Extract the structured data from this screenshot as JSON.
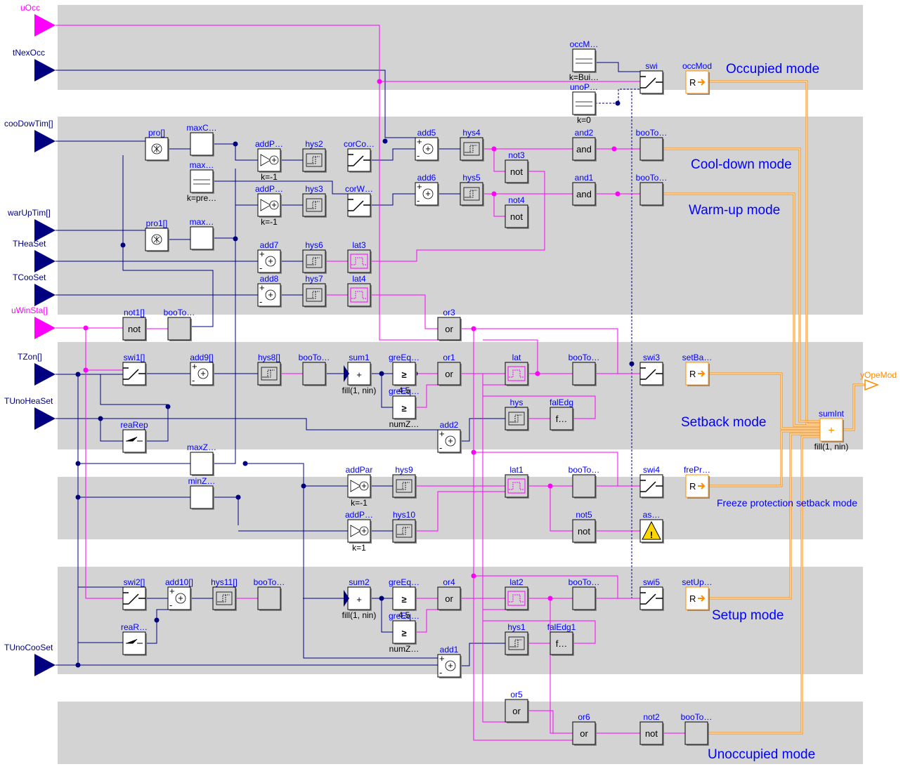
{
  "inputs": [
    {
      "id": "uOcc",
      "label": "uOcc",
      "color": "#ff00ff"
    },
    {
      "id": "tNexOcc",
      "label": "tNexOcc",
      "color": "#000080"
    },
    {
      "id": "cooDowTim",
      "label": "cooDowTim[]",
      "color": "#000080"
    },
    {
      "id": "warUpTim",
      "label": "warUpTim[]",
      "color": "#000080"
    },
    {
      "id": "THeaSet",
      "label": "THeaSet",
      "color": "#000080"
    },
    {
      "id": "TCooSet",
      "label": "TCooSet",
      "color": "#000080"
    },
    {
      "id": "uWinSta",
      "label": "uWinSta[]",
      "color": "#ff00ff"
    },
    {
      "id": "TZon",
      "label": "TZon[]",
      "color": "#000080"
    },
    {
      "id": "TUnoHeaSet",
      "label": "TUnoHeaSet",
      "color": "#000080"
    },
    {
      "id": "TUnoCooSet",
      "label": "TUnoCooSet",
      "color": "#000080"
    }
  ],
  "modes": {
    "occupied": "Occupied mode",
    "cooldown": "Cool-down mode",
    "warmup": "Warm-up mode",
    "setback": "Setback mode",
    "freeze": "Freeze protection setback mode",
    "setup": "Setup mode",
    "unoccupied": "Unoccupied mode"
  },
  "output": {
    "label": "yOpeMod",
    "color": "#ff8c00"
  },
  "colors": {
    "real": "#000080",
    "bool": "#ff00ff",
    "int": "#ff8c00",
    "band": "#d3d3d3",
    "label": "#0000ff"
  },
  "blocks": [
    {
      "id": "occM",
      "label": "occM…",
      "sub": "k=Bui…",
      "glyph": "const"
    },
    {
      "id": "unoP",
      "label": "unoP…",
      "sub": "k=0",
      "glyph": "const"
    },
    {
      "id": "swi",
      "label": "swi",
      "glyph": "switch"
    },
    {
      "id": "occMod",
      "label": "occMod",
      "glyph": "R"
    },
    {
      "id": "pro",
      "label": "pro[]",
      "glyph": "times"
    },
    {
      "id": "maxC",
      "label": "maxC…",
      "glyph": ""
    },
    {
      "id": "max",
      "label": "max…",
      "sub": "k=pre…",
      "glyph": "const"
    },
    {
      "id": "pro1",
      "label": "pro1[]",
      "glyph": "times"
    },
    {
      "id": "max2",
      "label": "max…",
      "glyph": ""
    },
    {
      "id": "addPar1",
      "label": "addP…",
      "sub": "k=-1",
      "glyph": "gain"
    },
    {
      "id": "hys2",
      "label": "hys2",
      "glyph": "hys"
    },
    {
      "id": "corCo",
      "label": "corCo…",
      "glyph": "switch"
    },
    {
      "id": "addP2",
      "label": "addP…",
      "sub": "k=-1",
      "glyph": "gain"
    },
    {
      "id": "hys3",
      "label": "hys3",
      "glyph": "hys"
    },
    {
      "id": "corW",
      "label": "corW…",
      "glyph": "switch"
    },
    {
      "id": "add5",
      "label": "add5",
      "glyph": "add"
    },
    {
      "id": "add6",
      "label": "add6",
      "glyph": "add"
    },
    {
      "id": "hys4",
      "label": "hys4",
      "glyph": "hys"
    },
    {
      "id": "hys5",
      "label": "hys5",
      "glyph": "hys"
    },
    {
      "id": "not3",
      "label": "not3",
      "glyph": "not"
    },
    {
      "id": "not4",
      "label": "not4",
      "glyph": "not"
    },
    {
      "id": "and2",
      "label": "and2",
      "glyph": "and"
    },
    {
      "id": "and1",
      "label": "and1",
      "glyph": "and"
    },
    {
      "id": "booTo1",
      "label": "booTo…",
      "glyph": ""
    },
    {
      "id": "booTo2",
      "label": "booTo…",
      "glyph": ""
    },
    {
      "id": "add7",
      "label": "add7",
      "glyph": "add"
    },
    {
      "id": "add8",
      "label": "add8",
      "glyph": "add"
    },
    {
      "id": "hys6",
      "label": "hys6",
      "glyph": "hys"
    },
    {
      "id": "hys7",
      "label": "hys7",
      "glyph": "hys"
    },
    {
      "id": "lat3",
      "label": "lat3",
      "glyph": "lat"
    },
    {
      "id": "lat4",
      "label": "lat4",
      "glyph": "lat"
    },
    {
      "id": "not1",
      "label": "not1[]",
      "glyph": "not"
    },
    {
      "id": "booTo3",
      "label": "booTo…",
      "glyph": ""
    },
    {
      "id": "or3",
      "label": "or3",
      "glyph": "or"
    },
    {
      "id": "swi1",
      "label": "swi1[]",
      "glyph": "switch"
    },
    {
      "id": "add9",
      "label": "add9[]",
      "glyph": "add"
    },
    {
      "id": "hys8",
      "label": "hys8[]",
      "glyph": "hys"
    },
    {
      "id": "booTo4",
      "label": "booTo…",
      "glyph": ""
    },
    {
      "id": "sum1",
      "label": "sum1",
      "sub": "fill(1, nin)",
      "glyph": "sum"
    },
    {
      "id": "greEq1",
      "label": "greEq…",
      "sub": "4.5",
      "glyph": "greEq"
    },
    {
      "id": "greEq2",
      "label": "greEq…",
      "sub": "numZ…",
      "glyph": "greEq"
    },
    {
      "id": "or1",
      "label": "or1",
      "glyph": "or"
    },
    {
      "id": "lat",
      "label": "lat",
      "glyph": "lat"
    },
    {
      "id": "booTo5",
      "label": "booTo…",
      "glyph": ""
    },
    {
      "id": "swi3",
      "label": "swi3",
      "glyph": "switch"
    },
    {
      "id": "setBa",
      "label": "setBa…",
      "glyph": "R"
    },
    {
      "id": "hys",
      "label": "hys",
      "glyph": "hys"
    },
    {
      "id": "falEdg",
      "label": "falEdg",
      "glyph": "f"
    },
    {
      "id": "reaRep",
      "label": "reaRep",
      "glyph": "rep"
    },
    {
      "id": "add2",
      "label": "add2",
      "glyph": "add"
    },
    {
      "id": "sumInt",
      "label": "sumInt",
      "sub": "fill(1, nin)",
      "glyph": "sumInt"
    },
    {
      "id": "maxZ",
      "label": "maxZ…",
      "glyph": ""
    },
    {
      "id": "minZ",
      "label": "minZ…",
      "glyph": ""
    },
    {
      "id": "addPar",
      "label": "addPar",
      "sub": "k=-1",
      "glyph": "gain"
    },
    {
      "id": "hys9",
      "label": "hys9",
      "glyph": "hys"
    },
    {
      "id": "lat1",
      "label": "lat1",
      "glyph": "lat"
    },
    {
      "id": "booTo6",
      "label": "booTo…",
      "glyph": ""
    },
    {
      "id": "swi4",
      "label": "swi4",
      "glyph": "switch"
    },
    {
      "id": "frePr",
      "label": "frePr…",
      "glyph": "R"
    },
    {
      "id": "addP3",
      "label": "addP…",
      "sub": "k=1",
      "glyph": "gain"
    },
    {
      "id": "hys10",
      "label": "hys10",
      "glyph": "hys"
    },
    {
      "id": "not5",
      "label": "not5",
      "glyph": "not"
    },
    {
      "id": "as",
      "label": "as…",
      "glyph": "warn"
    },
    {
      "id": "swi2",
      "label": "swi2[]",
      "glyph": "switch"
    },
    {
      "id": "add10",
      "label": "add10[]",
      "glyph": "add"
    },
    {
      "id": "hys11",
      "label": "hys11[]",
      "glyph": "hys"
    },
    {
      "id": "booTo7",
      "label": "booTo…",
      "glyph": ""
    },
    {
      "id": "sum2",
      "label": "sum2",
      "sub": "fill(1, nin)",
      "glyph": "sum"
    },
    {
      "id": "greEq3",
      "label": "greEq…",
      "sub": "4.5",
      "glyph": "greEq"
    },
    {
      "id": "greEq4",
      "label": "greEq…",
      "sub": "numZ…",
      "glyph": "greEq"
    },
    {
      "id": "or4",
      "label": "or4",
      "glyph": "or"
    },
    {
      "id": "lat2",
      "label": "lat2",
      "glyph": "lat"
    },
    {
      "id": "booTo8",
      "label": "booTo…",
      "glyph": ""
    },
    {
      "id": "swi5",
      "label": "swi5",
      "glyph": "switch"
    },
    {
      "id": "setUp",
      "label": "setUp…",
      "glyph": "R"
    },
    {
      "id": "reaR",
      "label": "reaR…",
      "glyph": "rep"
    },
    {
      "id": "hys1",
      "label": "hys1",
      "glyph": "hys"
    },
    {
      "id": "falEdg1",
      "label": "falEdg1",
      "glyph": "f"
    },
    {
      "id": "add1",
      "label": "add1",
      "glyph": "add"
    },
    {
      "id": "or5",
      "label": "or5",
      "glyph": "or"
    },
    {
      "id": "or6",
      "label": "or6",
      "glyph": "or"
    },
    {
      "id": "not2",
      "label": "not2",
      "glyph": "not"
    },
    {
      "id": "booTo9",
      "label": "booTo…",
      "glyph": ""
    }
  ]
}
